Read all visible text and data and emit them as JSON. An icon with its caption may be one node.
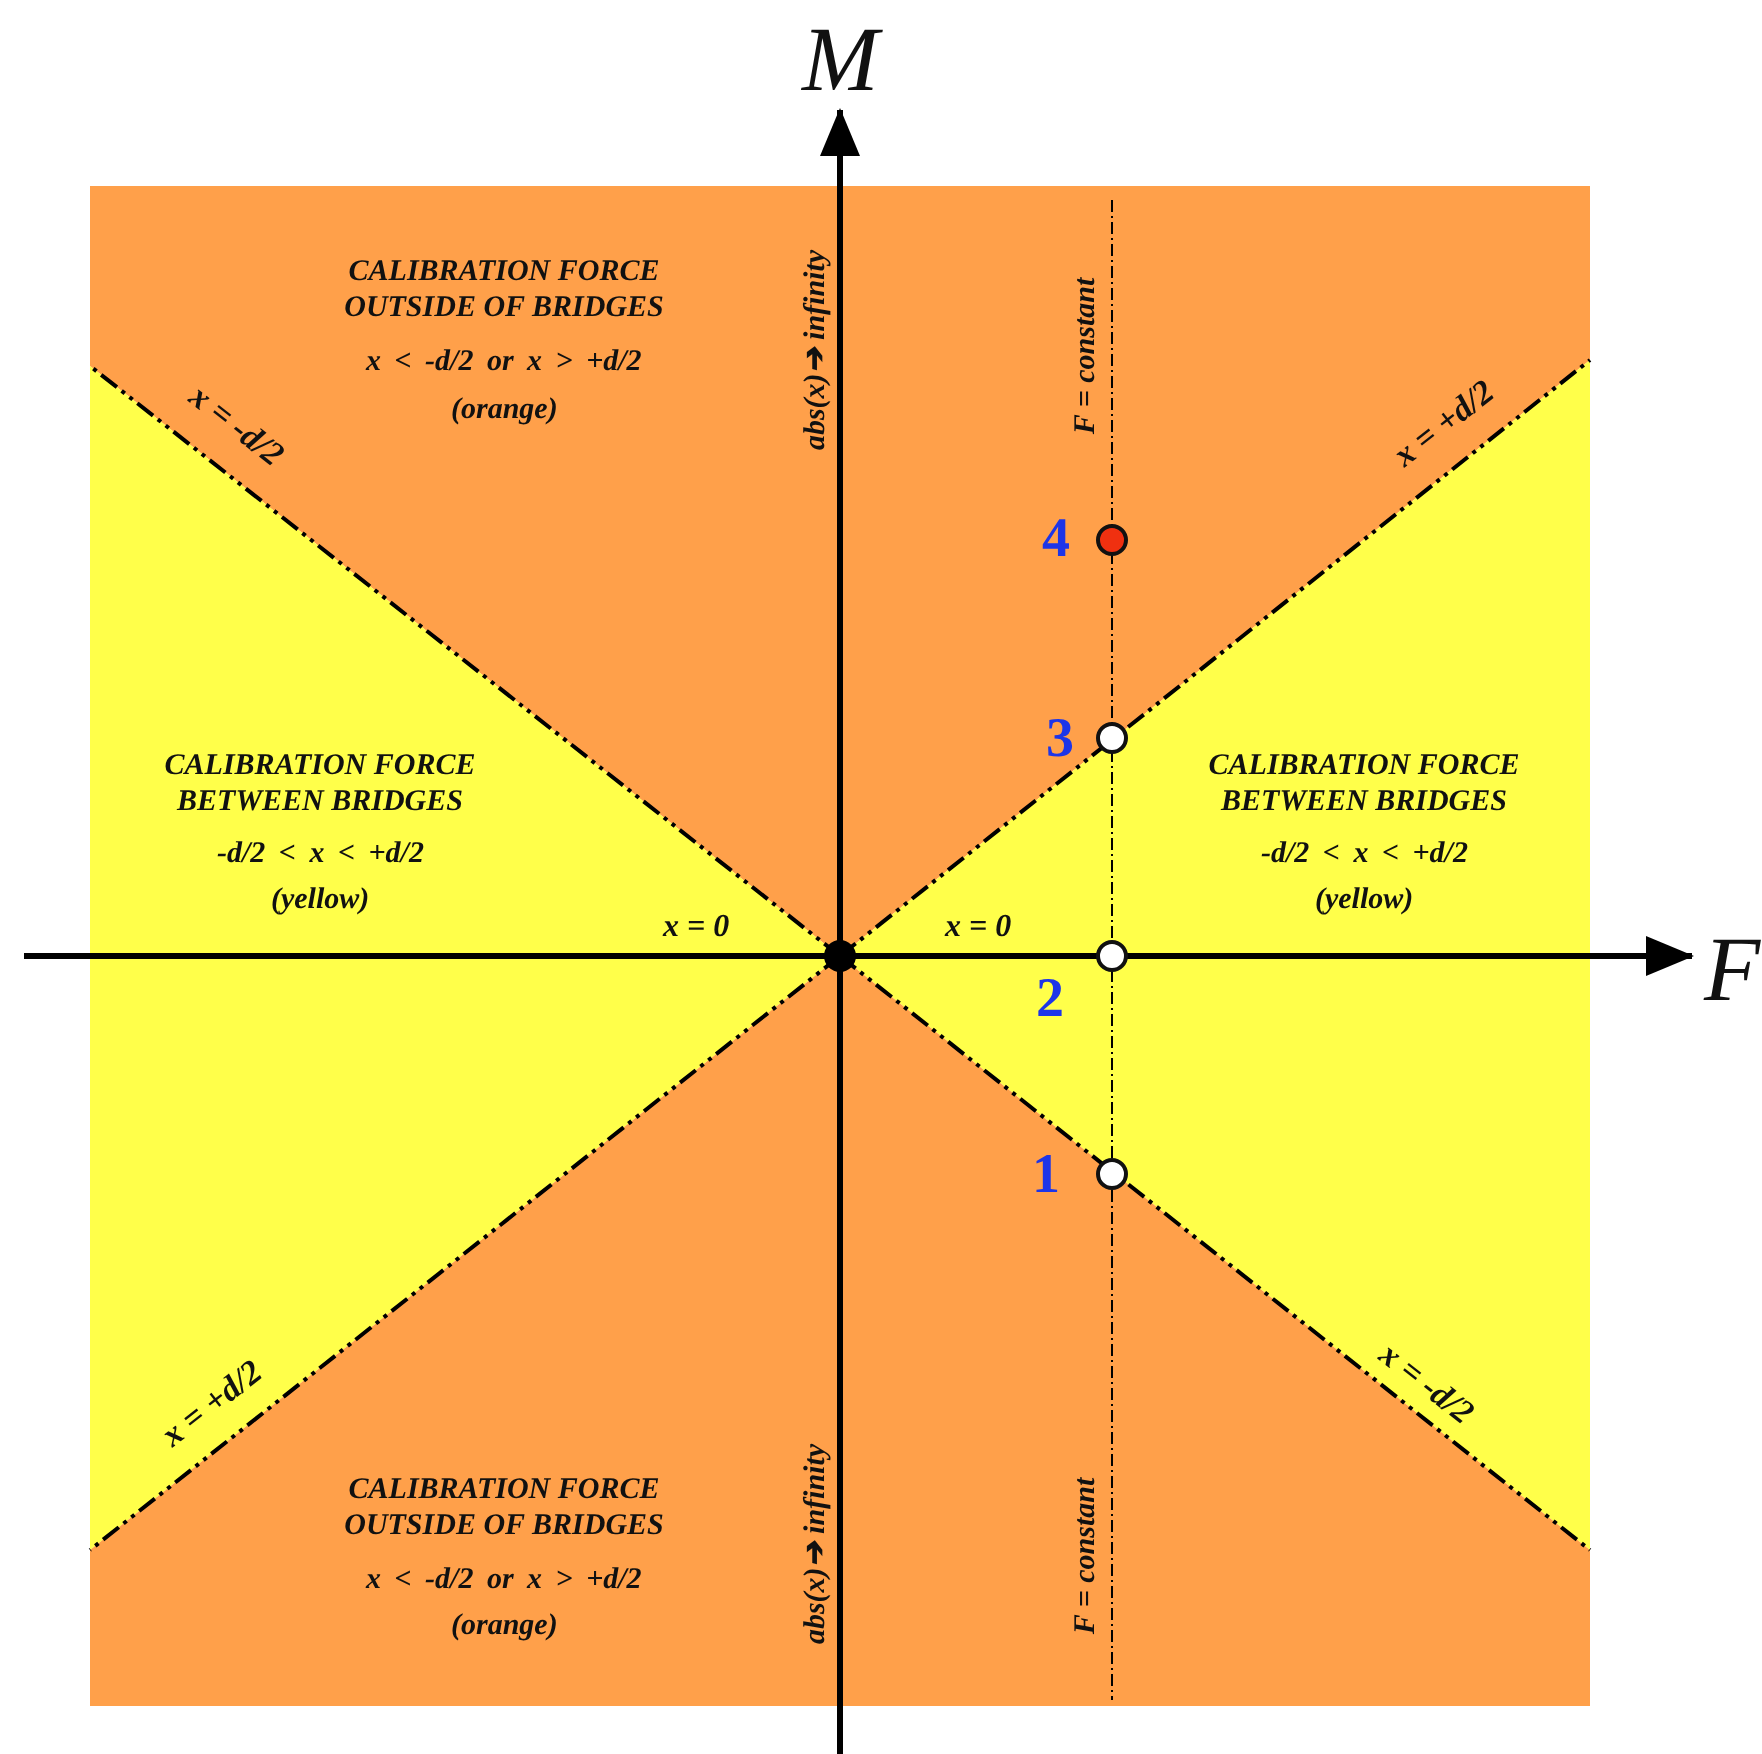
{
  "diagram": {
    "labels": [
      "M",
      "CALIBRATION FORCE OUTSIDE OF BRIDGES",
      "x < -d/2 or x > +d/2",
      "(orange)",
      "abs(x)➔ infinity",
      "F = constant",
      "x = -d/2",
      "x = +d/2",
      "4",
      "3",
      "CALIBRATION FORCE BETWEEN BRIDGES",
      "CALIBRATION FORCE BETWEEN BRIDGES",
      "-d/2 < x < +d/2",
      "-d/2 < x < +d/2",
      "(yellow)",
      "(yellow)",
      "x = 0",
      "x = 0",
      "F",
      "2",
      "1",
      "x = +d/2",
      "x = -d/2",
      "CALIBRATION FORCE OUTSIDE OF BRIDGES",
      "x < -d/2 or x > +d/2",
      "(orange)",
      "abs(x)➔ infinity",
      "F = constant"
    ]
  }
}
